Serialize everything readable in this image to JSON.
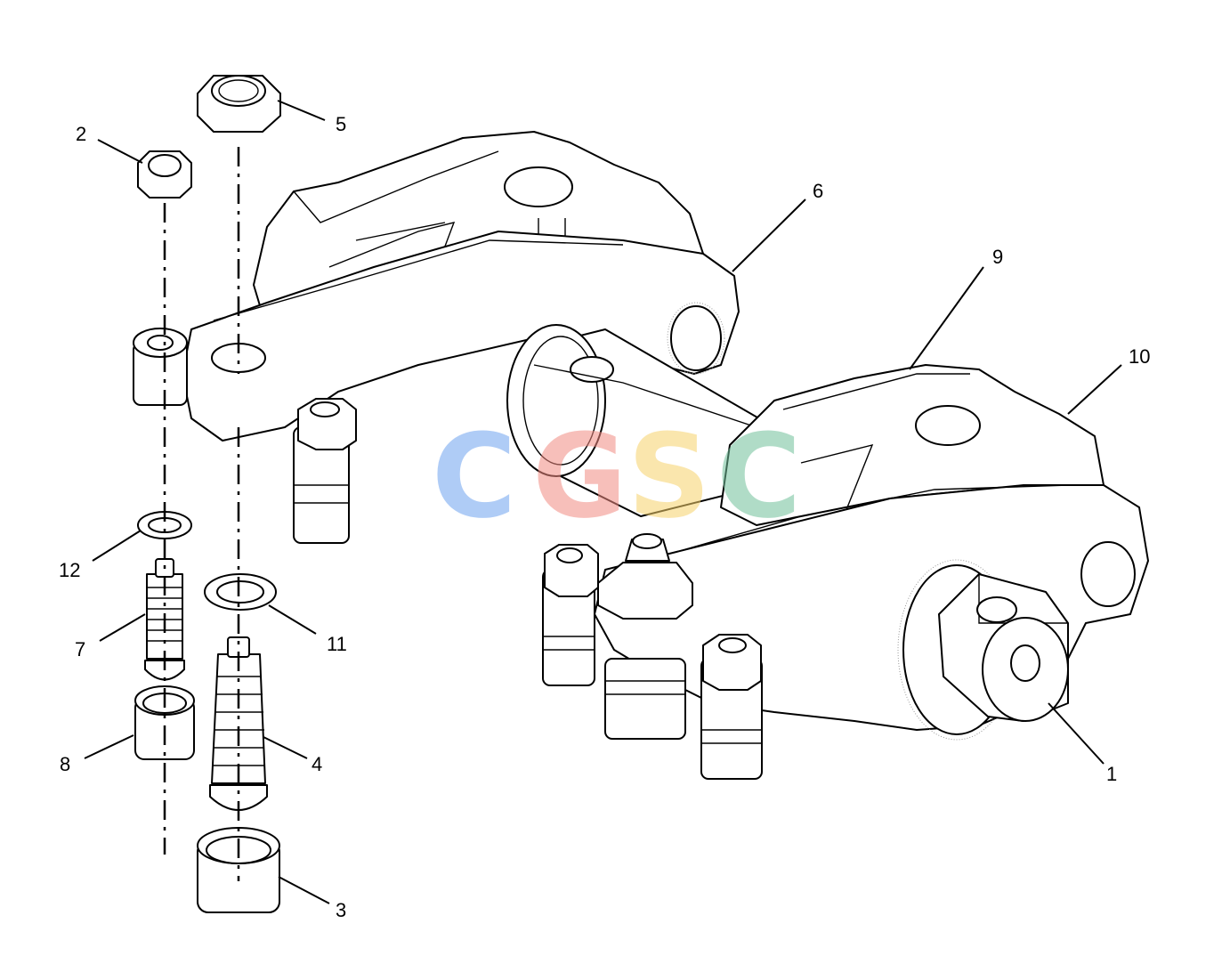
{
  "callouts": [
    {
      "id": "c1",
      "label": "1"
    },
    {
      "id": "c2",
      "label": "2"
    },
    {
      "id": "c3",
      "label": "3"
    },
    {
      "id": "c4",
      "label": "4"
    },
    {
      "id": "c5",
      "label": "5"
    },
    {
      "id": "c6",
      "label": "6"
    },
    {
      "id": "c7",
      "label": "7"
    },
    {
      "id": "c8",
      "label": "8"
    },
    {
      "id": "c9",
      "label": "9"
    },
    {
      "id": "c10",
      "label": "10"
    },
    {
      "id": "c11",
      "label": "11"
    },
    {
      "id": "c12",
      "label": "12"
    }
  ],
  "watermark": {
    "letters": [
      "C",
      "G",
      "S",
      "C"
    ],
    "colors": [
      "#6fa3f0",
      "#f28b82",
      "#f7d26b",
      "#71c09a"
    ]
  }
}
